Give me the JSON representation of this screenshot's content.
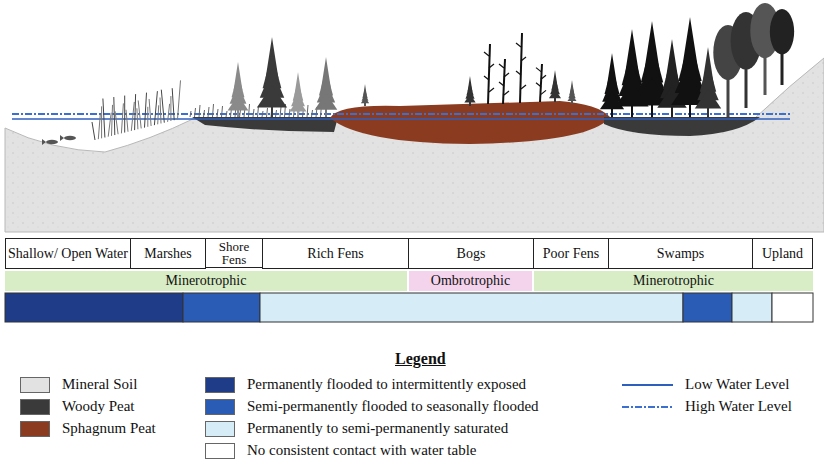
{
  "diagram": {
    "nodes": [
      {
        "text": [
          "Shallow/ Open Water"
        ]
      },
      {
        "text": [
          "Marshes"
        ]
      },
      {
        "text": [
          "Shore Fens"
        ]
      },
      {
        "text": [
          "Rich Fens"
        ]
      },
      {
        "text": [
          "Bogs"
        ]
      },
      {
        "text": [
          "Poor Fens"
        ]
      },
      {
        "text": [
          "Swamps"
        ]
      },
      {
        "text": [
          "Upland"
        ]
      },
      {
        "text": [
          "Minerotrophic"
        ]
      },
      {
        "text": [
          "Ombrotrophic"
        ]
      },
      {
        "text": [
          "Minerotrophic"
        ]
      }
    ],
    "labels": [
      "Legend"
    ],
    "legend": [
      {
        "text": "Mineral Soil",
        "color": "#e2e2e2"
      },
      {
        "text": "Woody Peat",
        "color": "#3a3a3a"
      },
      {
        "text": "Sphagnum Peat",
        "color": "#8b3b1f"
      },
      {
        "text": "Permanently flooded to intermittently exposed",
        "color": "#1f3c88"
      },
      {
        "text": "Semi-permanently flooded to seasonally flooded",
        "color": "#2b5cb5"
      },
      {
        "text": "Permanently to semi-permanently saturated",
        "color": "#d6ecf7"
      },
      {
        "text": "No consistent contact with water table",
        "color": "#ffffff"
      },
      {
        "text": "Low Water Level"
      },
      {
        "text": "High Water Level"
      }
    ]
  }
}
